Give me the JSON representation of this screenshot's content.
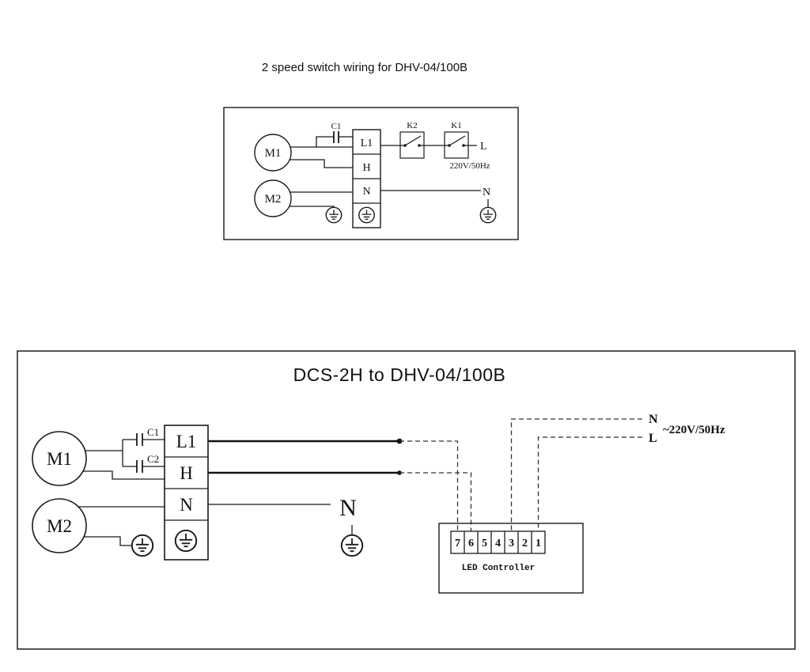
{
  "colors": {
    "line": "#1a1a1a",
    "background": "#ffffff"
  },
  "titles": {
    "top": "2 speed  switch wiring for DHV-04/100B",
    "bottom": "DCS-2H to DHV-04/100B"
  },
  "top_diagram": {
    "motor1": "M1",
    "motor2": "M2",
    "capacitor1": "C1",
    "terminals": {
      "l1": "L1",
      "h": "H",
      "n": "N"
    },
    "switches": {
      "k2": "K2",
      "k1": "K1"
    },
    "live": "L",
    "neutral": "N",
    "voltage": "220V/50Hz"
  },
  "bottom_diagram": {
    "motor1": "M1",
    "motor2": "M2",
    "capacitor1": "C1",
    "capacitor2": "C2",
    "terminals": {
      "l1": "L1",
      "h": "H",
      "n": "N"
    },
    "neutral_out": "N",
    "controller": {
      "label": "LED Controller",
      "pins": [
        "7",
        "6",
        "5",
        "4",
        "3",
        "2",
        "1"
      ]
    },
    "supply": {
      "n": "N",
      "l": "L",
      "voltage": "~220V/50Hz"
    }
  }
}
